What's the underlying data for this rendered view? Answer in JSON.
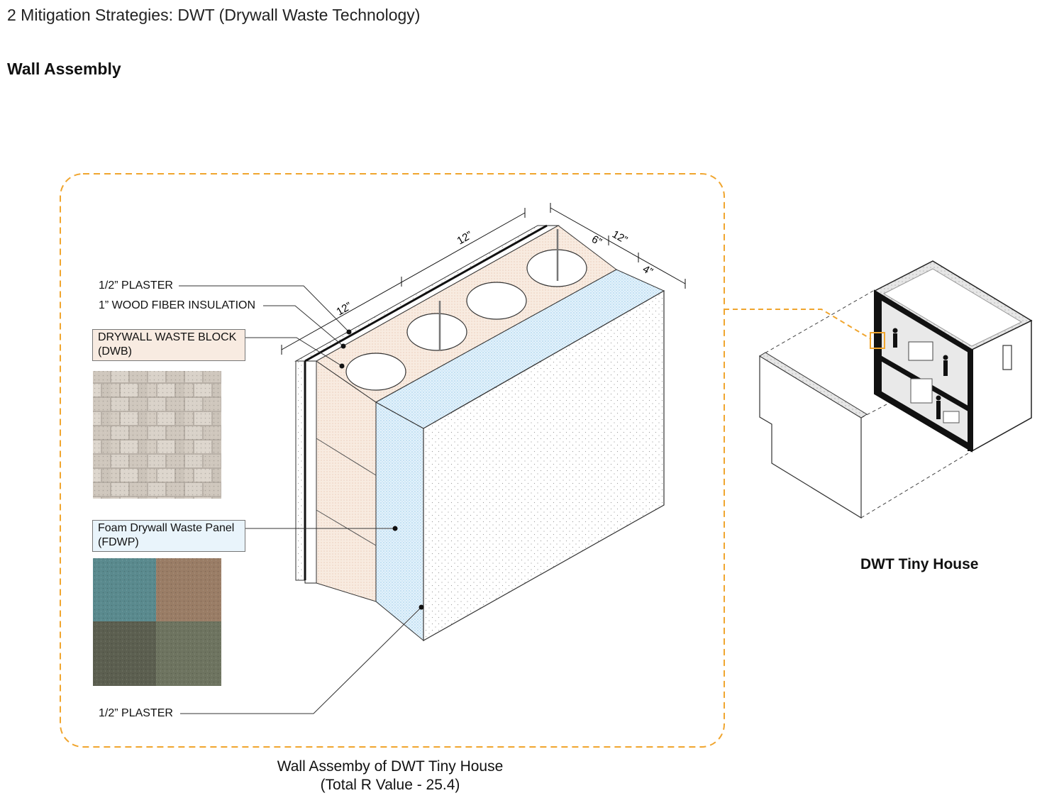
{
  "header": {
    "title": "2 Mitigation Strategies: DWT (Drywall Waste Technology)",
    "section": "Wall Assembly"
  },
  "callouts": {
    "plaster_top": "1/2” PLASTER",
    "wood_fiber": "1” WOOD FIBER INSULATION",
    "dwb_line1": "DRYWALL WASTE BLOCK",
    "dwb_line2": "(DWB)",
    "fdwp_line1": "Foam Drywall Waste Panel",
    "fdwp_line2": "(FDWP)",
    "plaster_bottom": "1/2” PLASTER"
  },
  "dimensions": {
    "length_12": "12”",
    "height_12": "12”",
    "depth_12": "12”",
    "depth_6": "6”",
    "depth_4": "4”"
  },
  "captions": {
    "wall_line1": "Wall Assemby of DWT Tiny House",
    "wall_line2": "(Total R Value - 25.4)",
    "house": "DWT Tiny House"
  },
  "colors": {
    "highlight_orange": "#f0a52e",
    "foam_blue": "#a9d6f0",
    "block_peach": "#efd2bc"
  },
  "materials": {
    "dwb_texture": "light-gray-brick-texture",
    "fdwp_texture": "four-color-foam-swatches"
  }
}
